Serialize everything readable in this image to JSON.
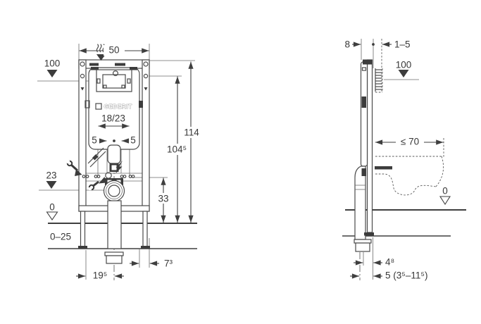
{
  "drawing": {
    "type": "installation-dimension-diagram",
    "line_color": "#4a4a4a",
    "text_color": "#383838",
    "background": "#ffffff"
  },
  "front_view": {
    "width_top": "50",
    "actuation_height": "100",
    "overall_height": "114",
    "panel_height": "104⁵",
    "bracket_height": "33",
    "drain_height": "23",
    "floor_level": "0",
    "floor_buildup": "0–25",
    "fixing_spacing": "18/23",
    "offset_left": "5",
    "offset_right": "5",
    "drain_offset": "19⁵",
    "foot_offset": "7³",
    "brand": "GEBERIT"
  },
  "side_view": {
    "frame_depth": "8",
    "finish_range": "1–5",
    "actuation_height": "100",
    "bowl_depth_max": "≤ 70",
    "floor_level": "0",
    "drain_offset_a": "4⁸",
    "drain_offset_b": "5 (3⁵–11⁵)"
  }
}
